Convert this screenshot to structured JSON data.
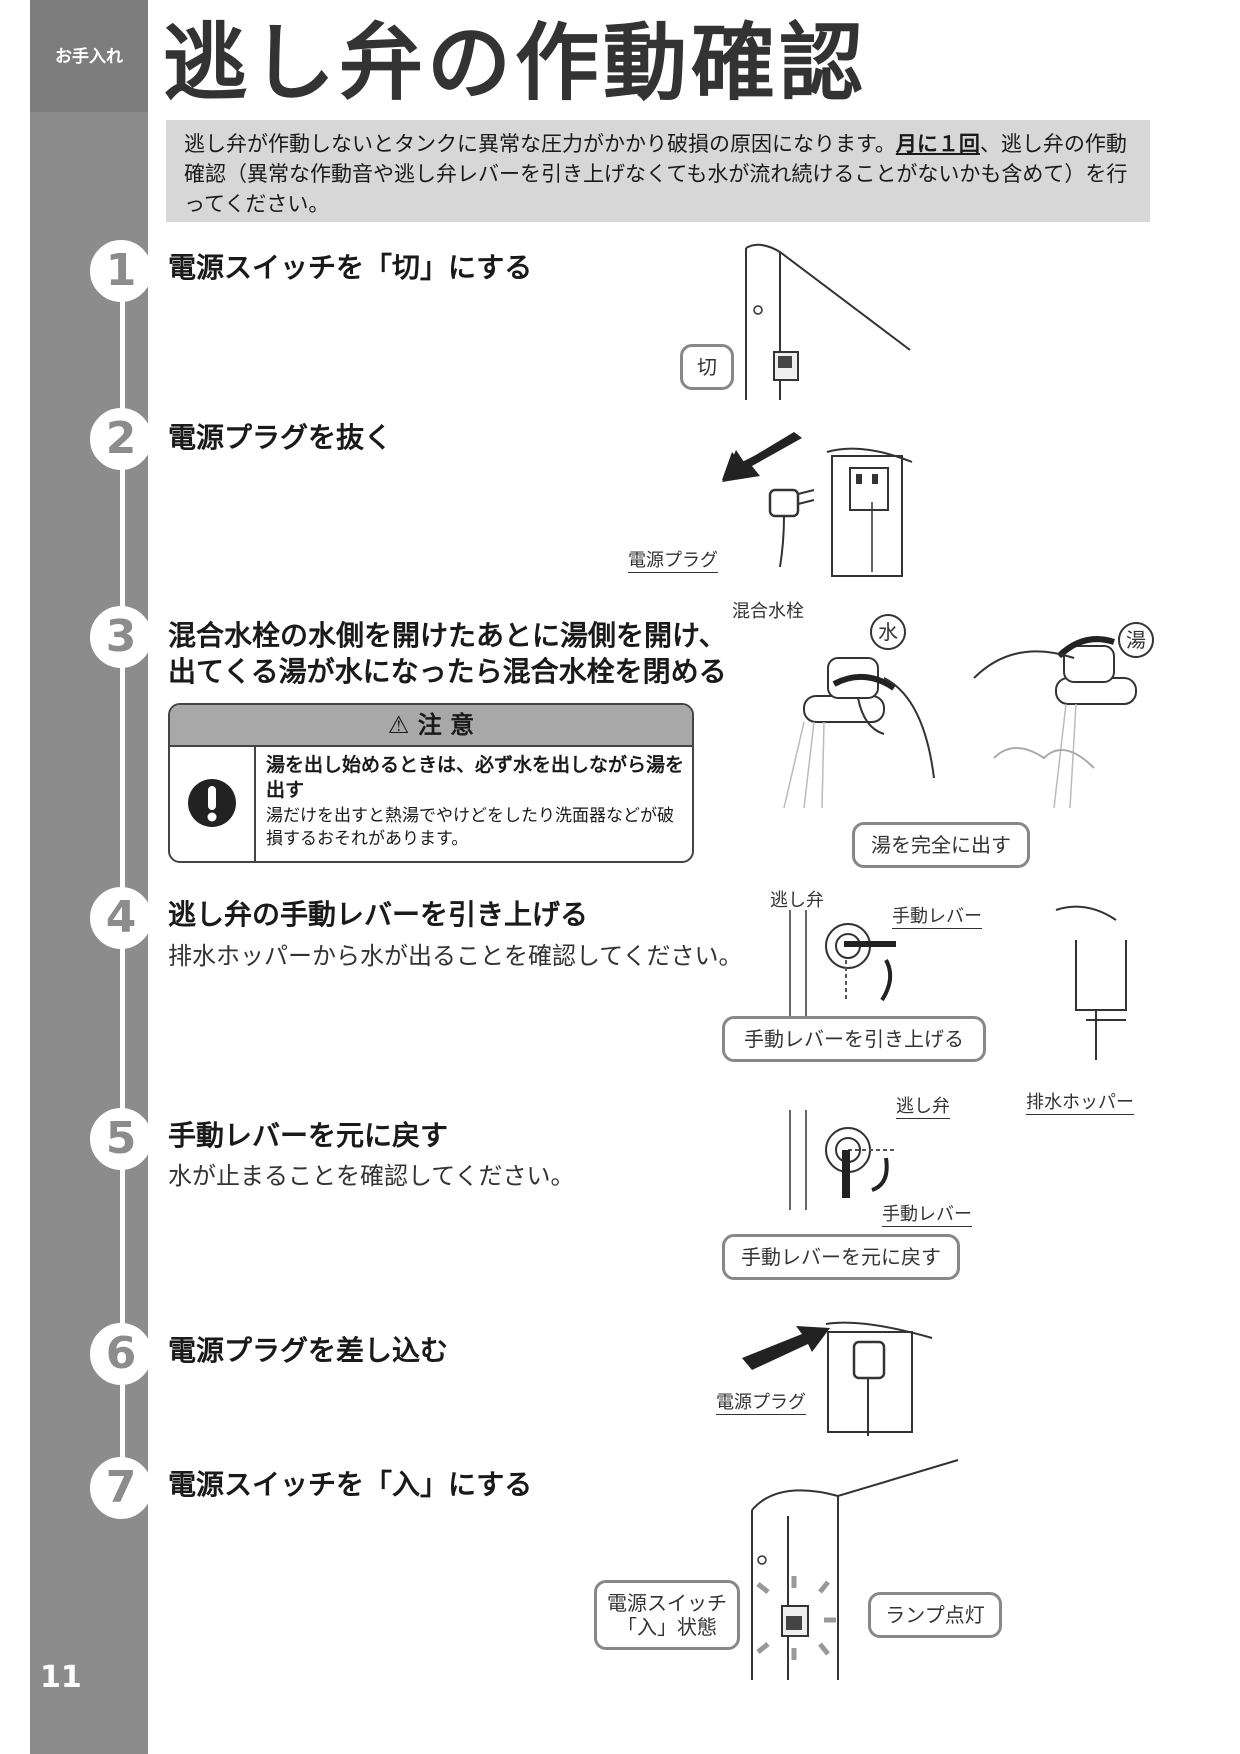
{
  "section_tag": "お手入れ",
  "page_title": "逃し弁の作動確認",
  "page_number": "11",
  "notice": {
    "before": "逃し弁が作動しないとタンクに異常な圧力がかかり破損の原因になります。",
    "emphasis": "月に１回",
    "after": "、逃し弁の作動確認（異常な作動音や逃し弁レバーを引き上げなくても水が流れ続けることがないかも含めて）を行ってください。"
  },
  "steps": [
    {
      "num": "1",
      "title": "電源スイッチを「切」にする"
    },
    {
      "num": "2",
      "title": "電源プラグを抜く"
    },
    {
      "num": "3",
      "title_line1": "混合水栓の水側を開けたあとに湯側を開け、",
      "title_line2": "出てくる湯が水になったら混合水栓を閉める"
    },
    {
      "num": "4",
      "title": "逃し弁の手動レバーを引き上げる",
      "sub": "排水ホッパーから水が出ることを確認してください。"
    },
    {
      "num": "5",
      "title": "手動レバーを元に戻す",
      "sub": "水が止まることを確認してください。"
    },
    {
      "num": "6",
      "title": "電源プラグを差し込む"
    },
    {
      "num": "7",
      "title": "電源スイッチを「入」にする"
    }
  ],
  "caution": {
    "heading": "⚠ 注 意",
    "strong": "湯を出し始めるときは、必ず水を出しながら湯を出す",
    "detail": "湯だけを出すと熱湯でやけどをしたり洗面器などが破損するおそれがあります。"
  },
  "figures": {
    "off_label": "切",
    "plug_label": "電源プラグ",
    "faucet_label": "混合水栓",
    "water_mark": "水",
    "hot_mark": "湯",
    "hot_out": "湯を完全に出す",
    "valve_label": "逃し弁",
    "lever_label": "手動レバー",
    "lever_up": "手動レバーを引き上げる",
    "hopper_label": "排水ホッパー",
    "lever_back": "手動レバーを元に戻す",
    "switch_on_line1": "電源スイッチ",
    "switch_on_line2": "「入」状態",
    "lamp_on": "ランプ点灯"
  }
}
